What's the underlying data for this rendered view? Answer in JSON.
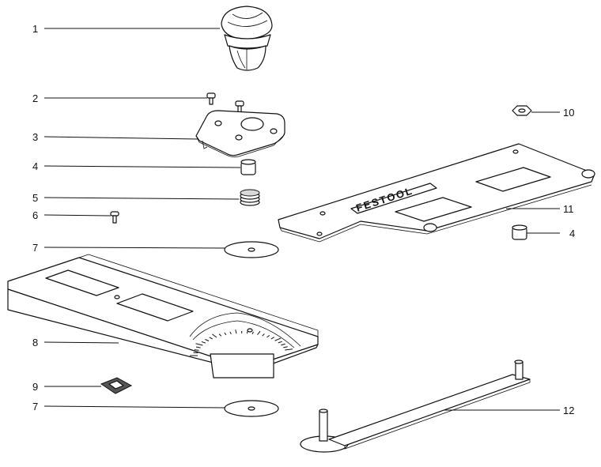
{
  "callouts": [
    {
      "number": "1"
    },
    {
      "number": "2"
    },
    {
      "number": "3"
    },
    {
      "number": "4"
    },
    {
      "number": "5"
    },
    {
      "number": "6"
    },
    {
      "number": "7"
    },
    {
      "number": "8"
    },
    {
      "number": "9"
    },
    {
      "number": "7"
    },
    {
      "number": "10"
    },
    {
      "number": "11"
    },
    {
      "number": "4"
    },
    {
      "number": "12"
    }
  ],
  "plate_brand": "FESTOOL"
}
